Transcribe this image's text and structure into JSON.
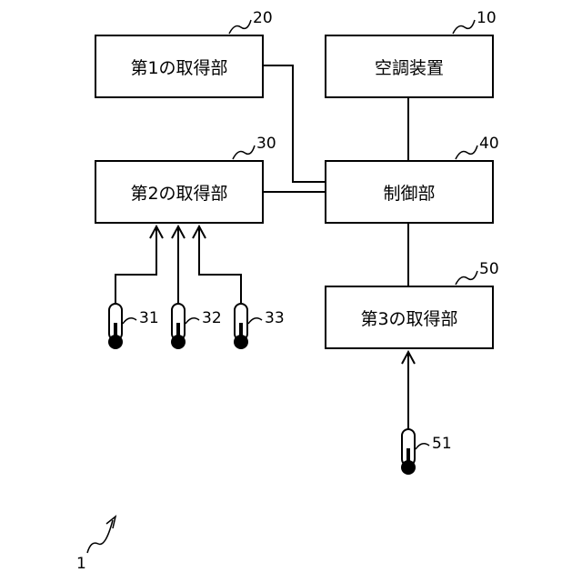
{
  "blocks": {
    "acq1": "第1の取得部",
    "aircon": "空調装置",
    "acq2": "第2の取得部",
    "control": "制御部",
    "acq3": "第3の取得部"
  },
  "refs": {
    "acq1": "20",
    "aircon": "10",
    "acq2": "30",
    "control": "40",
    "acq3": "50",
    "sensor31": "31",
    "sensor32": "32",
    "sensor33": "33",
    "sensor51": "51",
    "system": "1"
  },
  "icons": {
    "sensor": "thermometer-icon",
    "arrow": "arrow-up-icon"
  }
}
